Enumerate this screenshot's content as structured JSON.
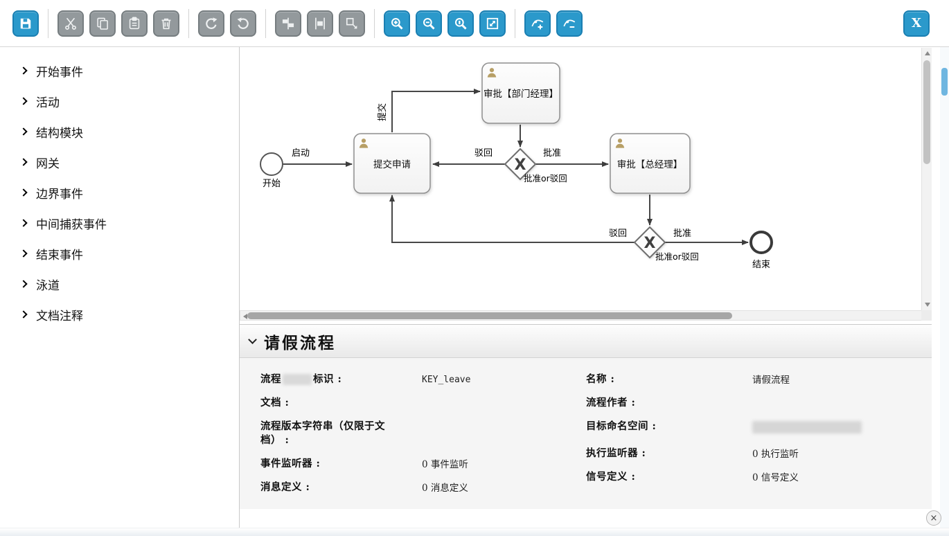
{
  "toolbar": {
    "buttons": [
      {
        "name": "save",
        "icon": "save-icon",
        "enabled": true
      },
      {
        "name": "cut",
        "icon": "scissors-icon",
        "enabled": false
      },
      {
        "name": "copy",
        "icon": "copy-icon",
        "enabled": false
      },
      {
        "name": "paste",
        "icon": "paste-icon",
        "enabled": false
      },
      {
        "name": "delete",
        "icon": "trash-icon",
        "enabled": false
      },
      {
        "name": "redo",
        "icon": "redo-arrow-icon",
        "enabled": false
      },
      {
        "name": "undo",
        "icon": "undo-arrow-icon",
        "enabled": false
      },
      {
        "name": "align",
        "icon": "align-icon",
        "enabled": false
      },
      {
        "name": "distribute",
        "icon": "distribute-icon",
        "enabled": false
      },
      {
        "name": "resize",
        "icon": "resize-icon",
        "enabled": false
      },
      {
        "name": "zoom-in",
        "icon": "zoom-in-icon",
        "enabled": true
      },
      {
        "name": "zoom-out",
        "icon": "zoom-out-icon",
        "enabled": true
      },
      {
        "name": "zoom-actual",
        "icon": "zoom-actual-icon",
        "enabled": true
      },
      {
        "name": "zoom-fit",
        "icon": "zoom-fit-icon",
        "enabled": true
      },
      {
        "name": "add-bendpoint",
        "icon": "add-bendpoint-icon",
        "enabled": true
      },
      {
        "name": "remove-bendpoint",
        "icon": "remove-bendpoint-icon",
        "enabled": true
      }
    ],
    "close_label": "X",
    "accent_blue": "#2b99cb",
    "disabled_gray": "#93999c"
  },
  "palette": {
    "items": [
      {
        "label": "开始事件"
      },
      {
        "label": "活动"
      },
      {
        "label": "结构模块"
      },
      {
        "label": "网关"
      },
      {
        "label": "边界事件"
      },
      {
        "label": "中间捕获事件"
      },
      {
        "label": "结束事件"
      },
      {
        "label": "泳道"
      },
      {
        "label": "文档注释"
      }
    ]
  },
  "diagram": {
    "nodes": {
      "start_label": "开始",
      "end_label": "结束",
      "task_submit": "提交申请",
      "task_dept_manager": "审批【部门经理】",
      "task_general_manager": "审批【总经理】",
      "gateway_glyph": "X",
      "gateway1_caption": "批准or驳回",
      "gateway2_caption": "批准or驳回"
    },
    "edge_labels": {
      "launch": "启动",
      "submit": "提交",
      "reject_to_submit": "驳回",
      "approve_to_gm": "批准",
      "reject_to_submit2": "驳回",
      "approve_to_end": "批准"
    }
  },
  "properties": {
    "title": "请假流程",
    "left": [
      {
        "label_prefix": "流程",
        "label_suffix": "标识 :",
        "value": "KEY_leave",
        "label_redacted": true
      },
      {
        "label": "文档 :",
        "value": ""
      },
      {
        "label": "流程版本字符串（仅限于文档） :",
        "value": ""
      },
      {
        "label": "事件监听器 :",
        "value": "0 事件监听"
      },
      {
        "label": "消息定义 :",
        "value": "0 消息定义"
      }
    ],
    "right": [
      {
        "label": "名称 :",
        "value": "请假流程"
      },
      {
        "label": "流程作者 :",
        "value": ""
      },
      {
        "label": "目标命名空间 :",
        "value": "",
        "value_redacted": true
      },
      {
        "label": "执行监听器 :",
        "value": "0 执行监听"
      },
      {
        "label": "信号定义 :",
        "value": "0 信号定义"
      }
    ]
  },
  "page": {
    "close_glyph": "×"
  }
}
